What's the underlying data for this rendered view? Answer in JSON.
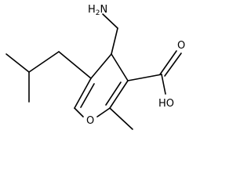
{
  "diagram": {
    "atoms": {
      "amine": "H2N",
      "ring_oxygen": "O",
      "carbonyl_oxygen": "O",
      "hydroxyl": "HO"
    },
    "colors": {
      "bond": "#000000",
      "label": "#000000",
      "background": "#ffffff"
    }
  }
}
